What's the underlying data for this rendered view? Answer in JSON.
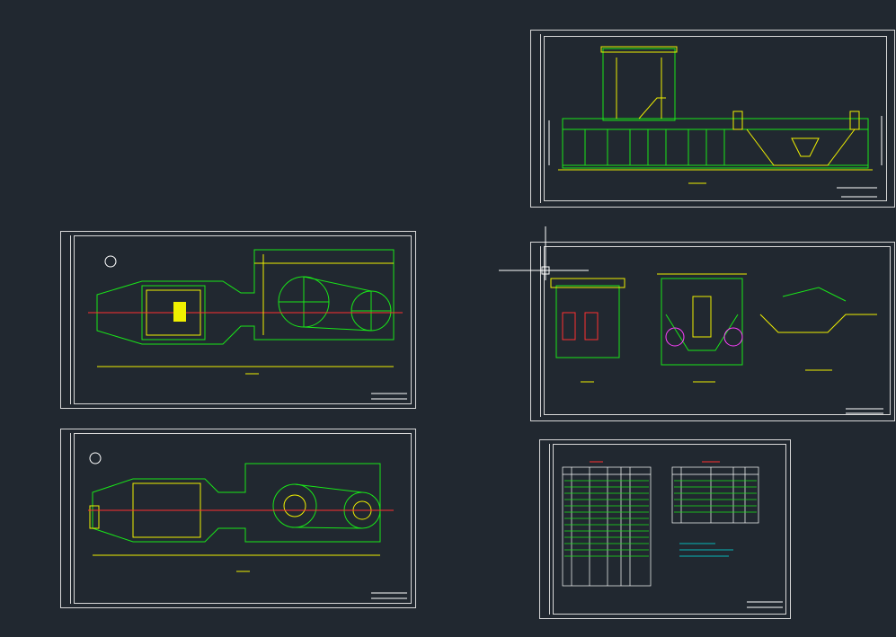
{
  "viewport": {
    "background": "#212830"
  },
  "colors": {
    "frame": "#d8d8d8",
    "green": "#19e619",
    "yellow": "#f0f000",
    "cyan": "#00e6e6",
    "red": "#ff3030",
    "white": "#ffffff",
    "magenta": "#ff40ff"
  },
  "sheets": [
    {
      "id": "sheet-elevation"
    },
    {
      "id": "sheet-plan-upper"
    },
    {
      "id": "sheet-sections"
    },
    {
      "id": "sheet-plan-lower"
    },
    {
      "id": "sheet-tables"
    }
  ],
  "cursor": {
    "icon": "crosshair-cursor-icon"
  }
}
